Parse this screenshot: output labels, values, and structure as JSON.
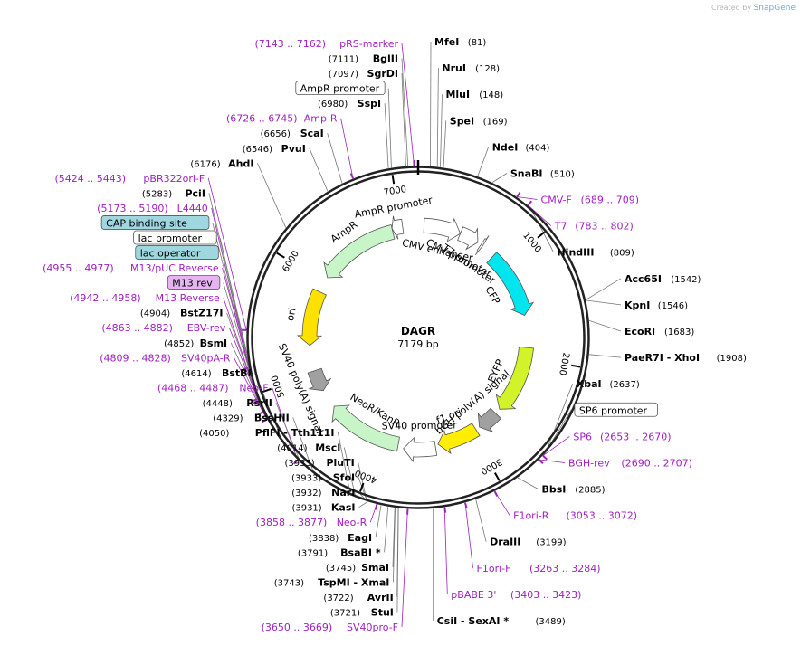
{
  "credit": {
    "created_by": "Created by",
    "brand": "SnapGene"
  },
  "plasmid": {
    "name": "DAGR",
    "length": "7179 bp"
  },
  "ticks": [
    {
      "label": "1000",
      "bp": 1000
    },
    {
      "label": "2000",
      "bp": 2000
    },
    {
      "label": "3000",
      "bp": 3000
    },
    {
      "label": "4000",
      "bp": 4000
    },
    {
      "label": "5000",
      "bp": 5000
    },
    {
      "label": "6000",
      "bp": 6000
    },
    {
      "label": "7000",
      "bp": 7000
    }
  ],
  "features": [
    {
      "name": "CMV enhancer",
      "start": 60,
      "end": 440,
      "color": "#ffffff",
      "dir": 1
    },
    {
      "name": "CMV promoter",
      "start": 440,
      "end": 640,
      "color": "#ffffff",
      "dir": 1
    },
    {
      "name": "T7 promoter",
      "start": 680,
      "end": 700,
      "color": "#ffffff",
      "dir": 1
    },
    {
      "name": "CFP",
      "start": 850,
      "end": 1560,
      "color": "#00e5ee",
      "dir": 1
    },
    {
      "name": "EYFP",
      "start": 1900,
      "end": 2620,
      "color": "#d2f22a",
      "dir": 1
    },
    {
      "name": "bGH poly(A) signal",
      "start": 2680,
      "end": 2905,
      "color": "#a0a0a0",
      "dir": 1
    },
    {
      "name": "f1 ori",
      "start": 2950,
      "end": 3380,
      "color": "#ffee00",
      "dir": 1
    },
    {
      "name": "SV40 promoter",
      "start": 3410,
      "end": 3740,
      "color": "#ffffff",
      "dir": 1
    },
    {
      "name": "NeoR/KanR",
      "start": 3800,
      "end": 4600,
      "color": "#c8f5c8",
      "dir": 1
    },
    {
      "name": "SV40 poly(A) signal",
      "start": 4800,
      "end": 5030,
      "color": "#a0a0a0",
      "dir": -1
    },
    {
      "name": "ori",
      "start": 5300,
      "end": 5880,
      "color": "#ffe100",
      "dir": -1
    },
    {
      "name": "AmpR",
      "start": 6050,
      "end": 6910,
      "color": "#c8f5c8",
      "dir": -1
    },
    {
      "name": "AmpR promoter",
      "start": 6910,
      "end": 7020,
      "color": "#ffffff",
      "dir": -1
    }
  ],
  "labels": [
    {
      "kind": "enz",
      "side": "R",
      "name": "MfeI",
      "pos": "(81)",
      "bp": 81
    },
    {
      "kind": "enz",
      "side": "R",
      "name": "NruI",
      "pos": "(128)",
      "bp": 128
    },
    {
      "kind": "enz",
      "side": "R",
      "name": "MluI",
      "pos": "(148)",
      "bp": 148
    },
    {
      "kind": "enz",
      "side": "R",
      "name": "SpeI",
      "pos": "(169)",
      "bp": 169
    },
    {
      "kind": "enz",
      "side": "R",
      "name": "NdeI",
      "pos": "(404)",
      "bp": 404
    },
    {
      "kind": "enz",
      "side": "R",
      "name": "SnaBI",
      "pos": "(510)",
      "bp": 510
    },
    {
      "kind": "prim",
      "side": "R",
      "name": "CMV-F",
      "pos": "(689 .. 709)",
      "bp": 699
    },
    {
      "kind": "prim",
      "side": "R",
      "name": "T7",
      "pos": "(783 .. 802)",
      "bp": 792
    },
    {
      "kind": "enz",
      "side": "R",
      "name": "HindIII",
      "pos": "(809)",
      "bp": 809
    },
    {
      "kind": "enz",
      "side": "R",
      "name": "Acc65I",
      "pos": "(1542)",
      "bp": 1542
    },
    {
      "kind": "enz",
      "side": "R",
      "name": "KpnI",
      "pos": "(1546)",
      "bp": 1546
    },
    {
      "kind": "enz",
      "side": "R",
      "name": "EcoRI",
      "pos": "(1683)",
      "bp": 1683
    },
    {
      "kind": "enz",
      "side": "R",
      "name": "PaeR7I - XhoI",
      "pos": "(1908)",
      "bp": 1908
    },
    {
      "kind": "enz",
      "side": "R",
      "name": "XbaI",
      "pos": "(2637)",
      "bp": 2637
    },
    {
      "kind": "box",
      "side": "R",
      "name": "SP6 promoter",
      "pos": "",
      "bp": 2650,
      "fill": "#ffffff"
    },
    {
      "kind": "prim",
      "side": "R",
      "name": "SP6",
      "pos": "(2653 .. 2670)",
      "bp": 2661
    },
    {
      "kind": "prim",
      "side": "R",
      "name": "BGH-rev",
      "pos": "(2690 .. 2707)",
      "bp": 2698
    },
    {
      "kind": "enz",
      "side": "R",
      "name": "BbsI",
      "pos": "(2885)",
      "bp": 2885
    },
    {
      "kind": "prim",
      "side": "R",
      "name": "F1ori-R",
      "pos": "(3053 .. 3072)",
      "bp": 3062
    },
    {
      "kind": "enz",
      "side": "R",
      "name": "DraIII",
      "pos": "(3199)",
      "bp": 3199
    },
    {
      "kind": "prim",
      "side": "R",
      "name": "F1ori-F",
      "pos": "(3263 .. 3284)",
      "bp": 3273
    },
    {
      "kind": "prim",
      "side": "R",
      "name": "pBABE 3'",
      "pos": "(3403 .. 3423)",
      "bp": 3413
    },
    {
      "kind": "enz",
      "side": "R",
      "name": "CsiI - SexAI *",
      "pos": "(3489)",
      "bp": 3489
    },
    {
      "kind": "prim",
      "side": "L",
      "name": "SV40pro-F",
      "pos": "(3650 .. 3669)",
      "bp": 3659
    },
    {
      "kind": "enz",
      "side": "L",
      "name": "StuI",
      "pos": "(3721)",
      "bp": 3721
    },
    {
      "kind": "enz",
      "side": "L",
      "name": "AvrII",
      "pos": "(3722)",
      "bp": 3722
    },
    {
      "kind": "enz",
      "side": "L",
      "name": "TspMI - XmaI",
      "pos": "(3743)",
      "bp": 3743
    },
    {
      "kind": "enz",
      "side": "L",
      "name": "SmaI",
      "pos": "(3745)",
      "bp": 3745
    },
    {
      "kind": "enz",
      "side": "L",
      "name": "BsaBI *",
      "pos": "(3791)",
      "bp": 3791
    },
    {
      "kind": "enz",
      "side": "L",
      "name": "EagI",
      "pos": "(3838)",
      "bp": 3838
    },
    {
      "kind": "prim",
      "side": "L",
      "name": "Neo-R",
      "pos": "(3858 .. 3877)",
      "bp": 3867
    },
    {
      "kind": "enz",
      "side": "L",
      "name": "KasI",
      "pos": "(3931)",
      "bp": 3931
    },
    {
      "kind": "enz",
      "side": "L",
      "name": "NarI",
      "pos": "(3932)",
      "bp": 3932
    },
    {
      "kind": "enz",
      "side": "L",
      "name": "SfoI",
      "pos": "(3933)",
      "bp": 3933
    },
    {
      "kind": "enz",
      "side": "L",
      "name": "PluTI",
      "pos": "(3935)",
      "bp": 3935
    },
    {
      "kind": "enz",
      "side": "L",
      "name": "MscI",
      "pos": "(4014)",
      "bp": 4014
    },
    {
      "kind": "enz",
      "side": "L",
      "name": "PflFI - Tth111I",
      "pos": "(4050)",
      "bp": 4050
    },
    {
      "kind": "enz",
      "side": "L",
      "name": "BssHII",
      "pos": "(4329)",
      "bp": 4329
    },
    {
      "kind": "enz",
      "side": "L",
      "name": "RsrII",
      "pos": "(4448)",
      "bp": 4448
    },
    {
      "kind": "prim",
      "side": "L",
      "name": "Neo-F",
      "pos": "(4468 .. 4487)",
      "bp": 4477
    },
    {
      "kind": "enz",
      "side": "L",
      "name": "BstBI",
      "pos": "(4614)",
      "bp": 4614
    },
    {
      "kind": "prim",
      "side": "L",
      "name": "SV40pA-R",
      "pos": "(4809 .. 4828)",
      "bp": 4818
    },
    {
      "kind": "enz",
      "side": "L",
      "name": "BsmI",
      "pos": "(4852)",
      "bp": 4852
    },
    {
      "kind": "prim",
      "side": "L",
      "name": "EBV-rev",
      "pos": "(4863 .. 4882)",
      "bp": 4872
    },
    {
      "kind": "enz",
      "side": "L",
      "name": "BstZ17I",
      "pos": "(4904)",
      "bp": 4904
    },
    {
      "kind": "box",
      "side": "L",
      "name": "M13 rev",
      "pos": "",
      "bp": 4950,
      "fill": "#e6b4f0"
    },
    {
      "kind": "prim",
      "side": "L",
      "name": "M13 Reverse",
      "pos": "(4942 .. 4958)",
      "bp": 4950
    },
    {
      "kind": "box",
      "side": "L",
      "name": "lac operator",
      "pos": "",
      "bp": 4970,
      "fill": "#9fd6e0"
    },
    {
      "kind": "prim",
      "side": "L",
      "name": "M13/pUC Reverse",
      "pos": "(4955 .. 4977)",
      "bp": 4966
    },
    {
      "kind": "box",
      "side": "L",
      "name": "lac promoter",
      "pos": "",
      "bp": 5000,
      "fill": "#ffffff"
    },
    {
      "kind": "box",
      "side": "L",
      "name": "CAP binding site",
      "pos": "",
      "bp": 5150,
      "fill": "#9fd6e0"
    },
    {
      "kind": "prim",
      "side": "L",
      "name": "L4440",
      "pos": "(5173 .. 5190)",
      "bp": 5181
    },
    {
      "kind": "enz",
      "side": "L",
      "name": "PciI",
      "pos": "(5283)",
      "bp": 5283
    },
    {
      "kind": "prim",
      "side": "L",
      "name": "pBR322ori-F",
      "pos": "(5424 .. 5443)",
      "bp": 5433
    },
    {
      "kind": "enz",
      "side": "L",
      "name": "AhdI",
      "pos": "(6176)",
      "bp": 6176
    },
    {
      "kind": "enz",
      "side": "L",
      "name": "PvuI",
      "pos": "(6546)",
      "bp": 6546
    },
    {
      "kind": "enz",
      "side": "L",
      "name": "ScaI",
      "pos": "(6656)",
      "bp": 6656
    },
    {
      "kind": "prim",
      "side": "L",
      "name": "Amp-R",
      "pos": "(6726 .. 6745)",
      "bp": 6735
    },
    {
      "kind": "enz",
      "side": "L",
      "name": "SspI",
      "pos": "(6980)",
      "bp": 6980
    },
    {
      "kind": "box",
      "side": "L",
      "name": "AmpR promoter",
      "pos": "",
      "bp": 7000,
      "fill": "#ffffff"
    },
    {
      "kind": "enz",
      "side": "L",
      "name": "SgrDI",
      "pos": "(7097)",
      "bp": 7097
    },
    {
      "kind": "enz",
      "side": "L",
      "name": "BglII",
      "pos": "(7111)",
      "bp": 7111
    },
    {
      "kind": "prim",
      "side": "L",
      "name": "pRS-marker",
      "pos": "(7143 .. 7162)",
      "bp": 7152
    }
  ]
}
